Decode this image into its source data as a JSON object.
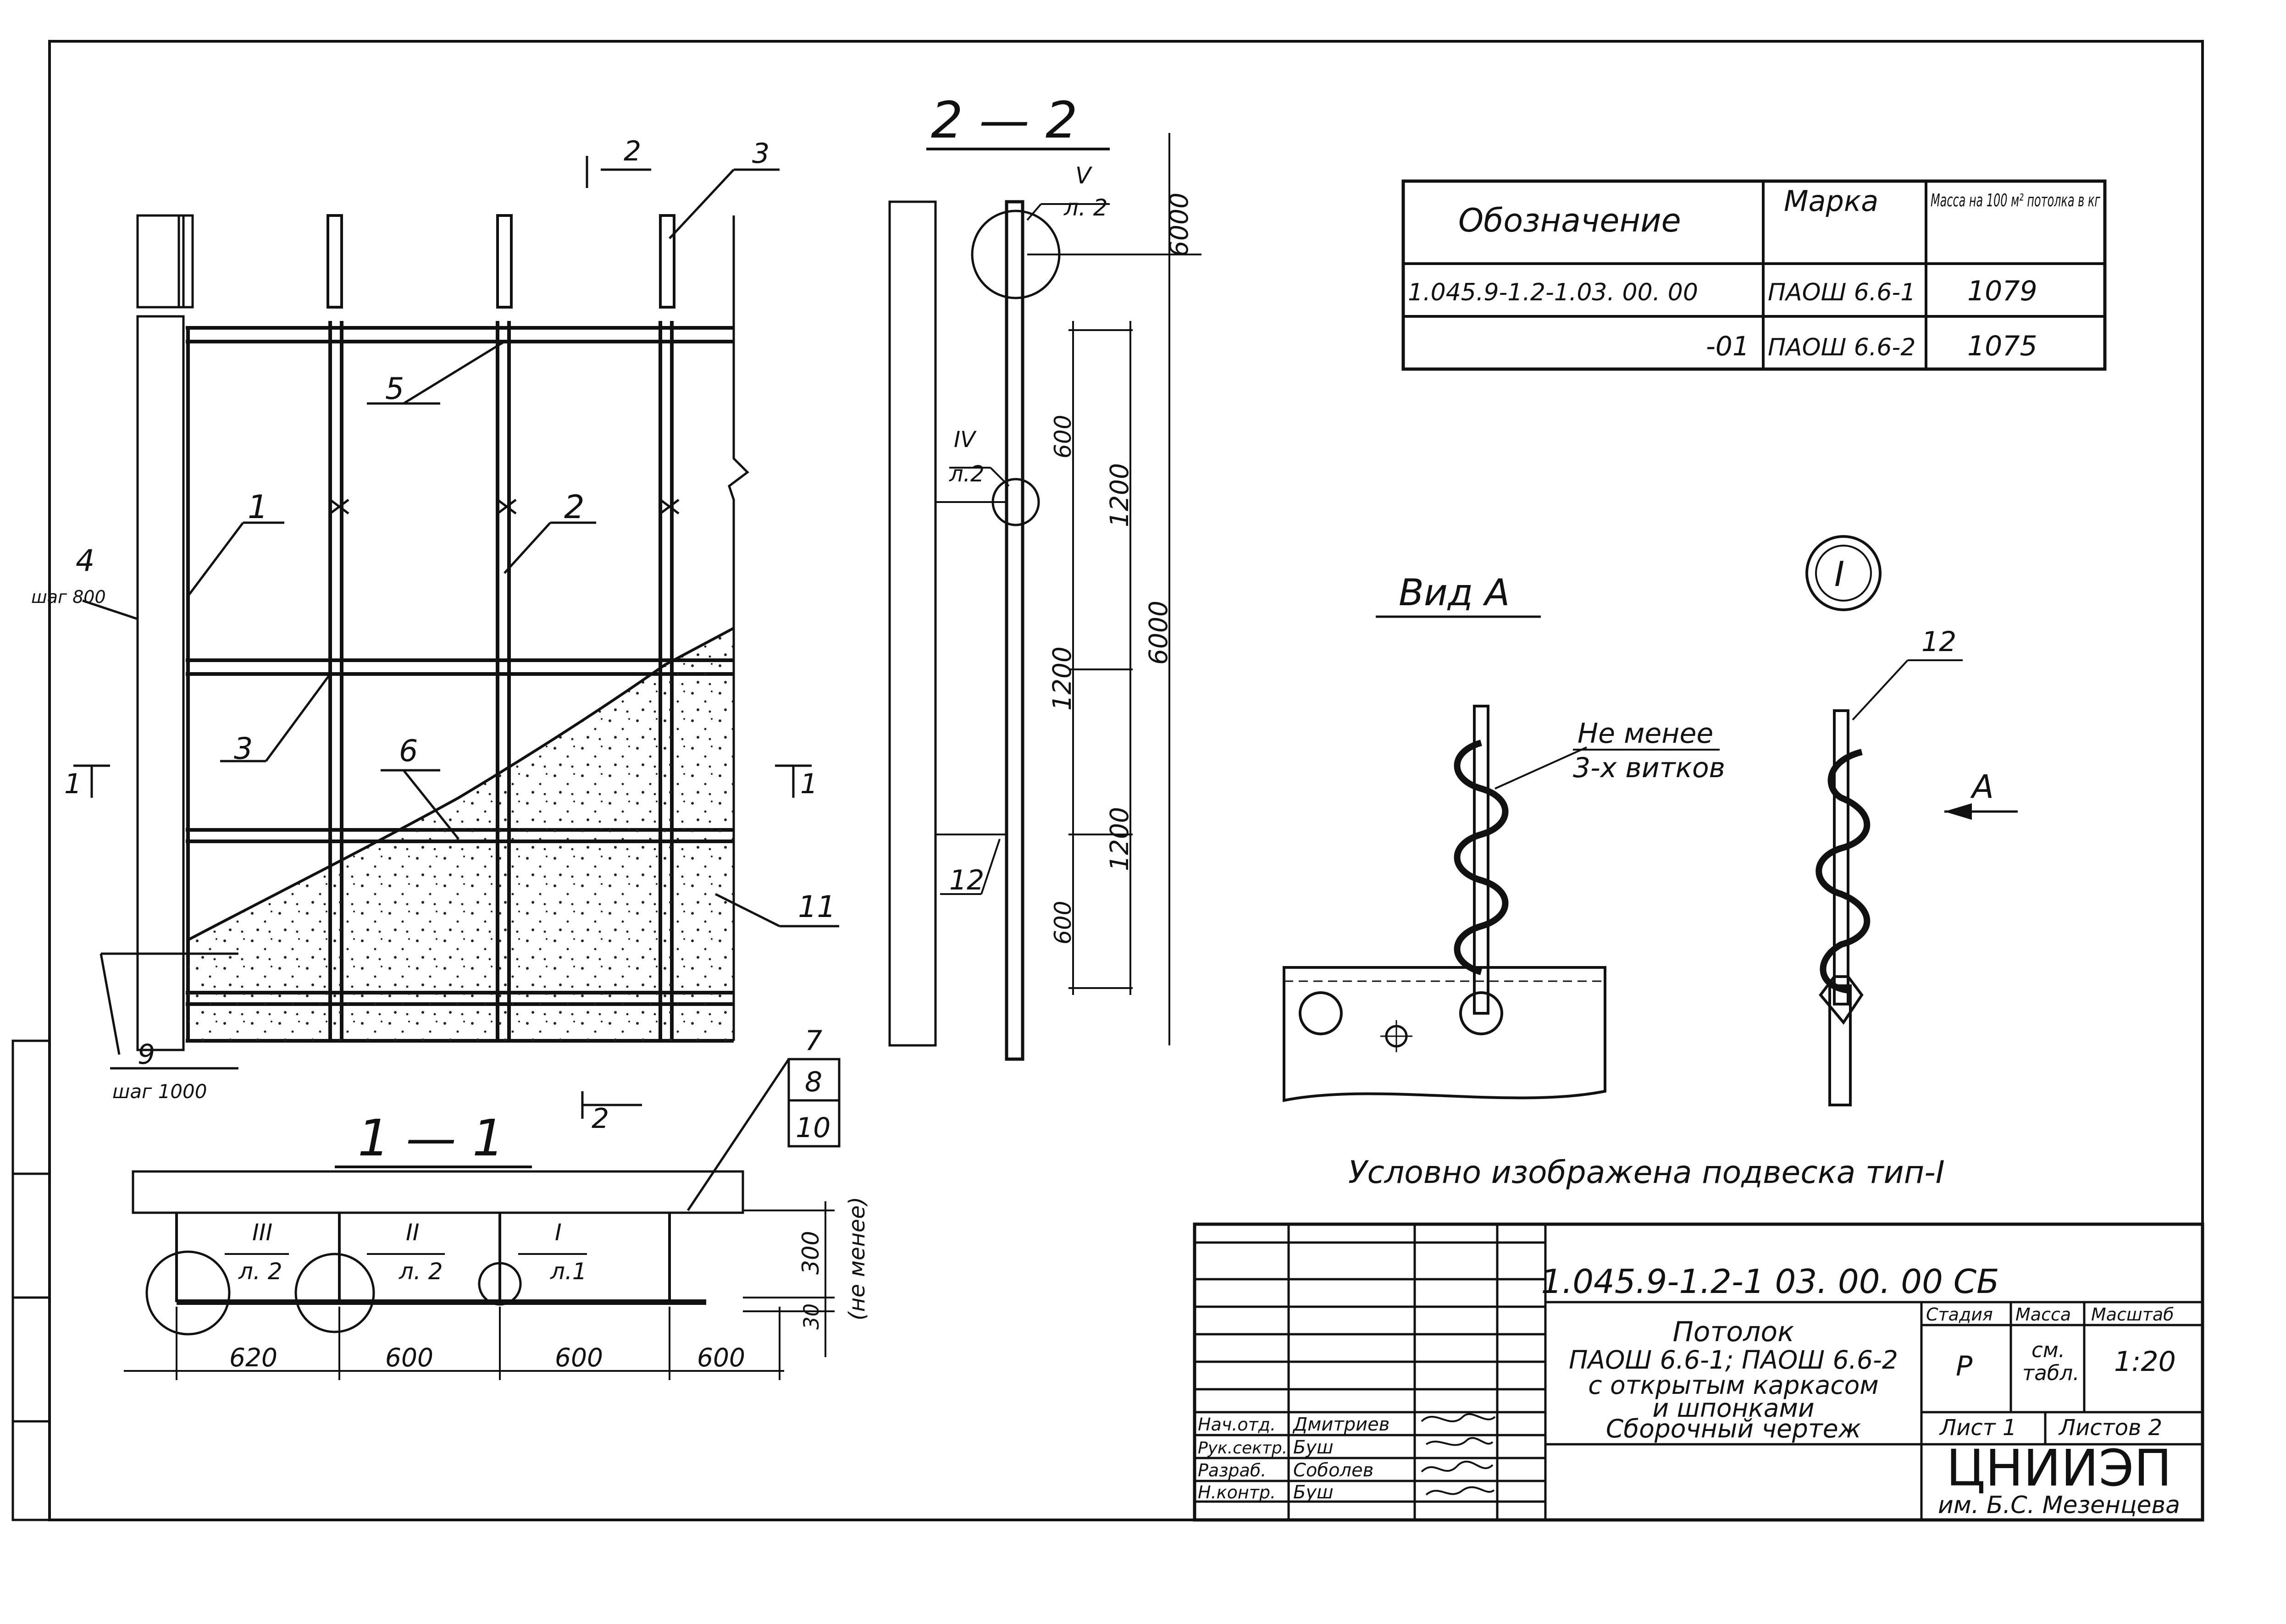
{
  "sections": {
    "section_1_1": "1 — 1",
    "section_2_2": "2 — 2",
    "view_a": "Вид  А",
    "callout_roman_1": "I"
  },
  "plan_labels": {
    "l1": "1",
    "l2": "2",
    "l3a": "3",
    "l3b": "3",
    "l4": "4",
    "l4_sub": "шаг 800",
    "l5": "5",
    "l6": "6",
    "l7": "7",
    "l8": "8",
    "l9": "9",
    "l9_sub": "шаг 1000",
    "l10": "10",
    "l11": "11",
    "l12": "12",
    "cut_2_top": "2",
    "cut_2_bottom": "2",
    "cut_1_left": "1",
    "cut_1_right": "1"
  },
  "section11": {
    "dims": [
      "620",
      "600",
      "600",
      "600"
    ],
    "height_300": "300",
    "height_30": "30",
    "note": "(не менее)",
    "callouts": [
      {
        "num": "III",
        "sheet": "л. 2"
      },
      {
        "num": "II",
        "sheet": "л. 2"
      },
      {
        "num": "I",
        "sheet": "л.1"
      }
    ]
  },
  "section22": {
    "callout_v": {
      "num": "V",
      "sheet": "л. 2"
    },
    "callout_iv": {
      "num": "IV",
      "sheet": "л.2"
    },
    "dims": [
      "6000",
      "600",
      "1200",
      "6000",
      "1200",
      "1200",
      "600"
    ]
  },
  "table": {
    "headers": [
      "Обозначение",
      "Марка",
      "Масса на 100 м² потолка в кг"
    ],
    "rows": [
      [
        "1.045.9-1.2-1.03. 00. 00",
        "ПАОШ 6.6-1",
        "1079"
      ],
      [
        "-01",
        "ПАОШ 6.6-2",
        "1075"
      ]
    ]
  },
  "detail": {
    "note_line1": "Не менее",
    "note_line2": "3-х витков",
    "label_12": "12",
    "arrow_a": "А",
    "caption": "Условно изображена подвеска тип-I"
  },
  "title_block": {
    "code": "1.045.9-1.2-1 03. 00. 00 СБ",
    "title_lines": [
      "Потолок",
      "ПАОШ 6.6-1; ПАОШ 6.6-2",
      "с открытым каркасом",
      "и шпонками",
      "Сборочный чертеж"
    ],
    "stage_header": "Стадия",
    "mass_header": "Масса",
    "scale_header": "Масштаб",
    "stage": "Р",
    "mass_line1": "см.",
    "mass_line2": "табл.",
    "scale": "1:20",
    "sheet": "Лист 1",
    "sheets": "Листов 2",
    "org": "ЦНИИЭП",
    "org_sub": "им. Б.С. Мезенцева",
    "signatures": [
      {
        "role": "Нач.отд.",
        "name": "Дмитриев"
      },
      {
        "role": "Рук.сектр.",
        "name": "Буш"
      },
      {
        "role": "Разраб.",
        "name": "Соболев"
      },
      {
        "role": "Н.контр.",
        "name": "Буш"
      }
    ]
  }
}
